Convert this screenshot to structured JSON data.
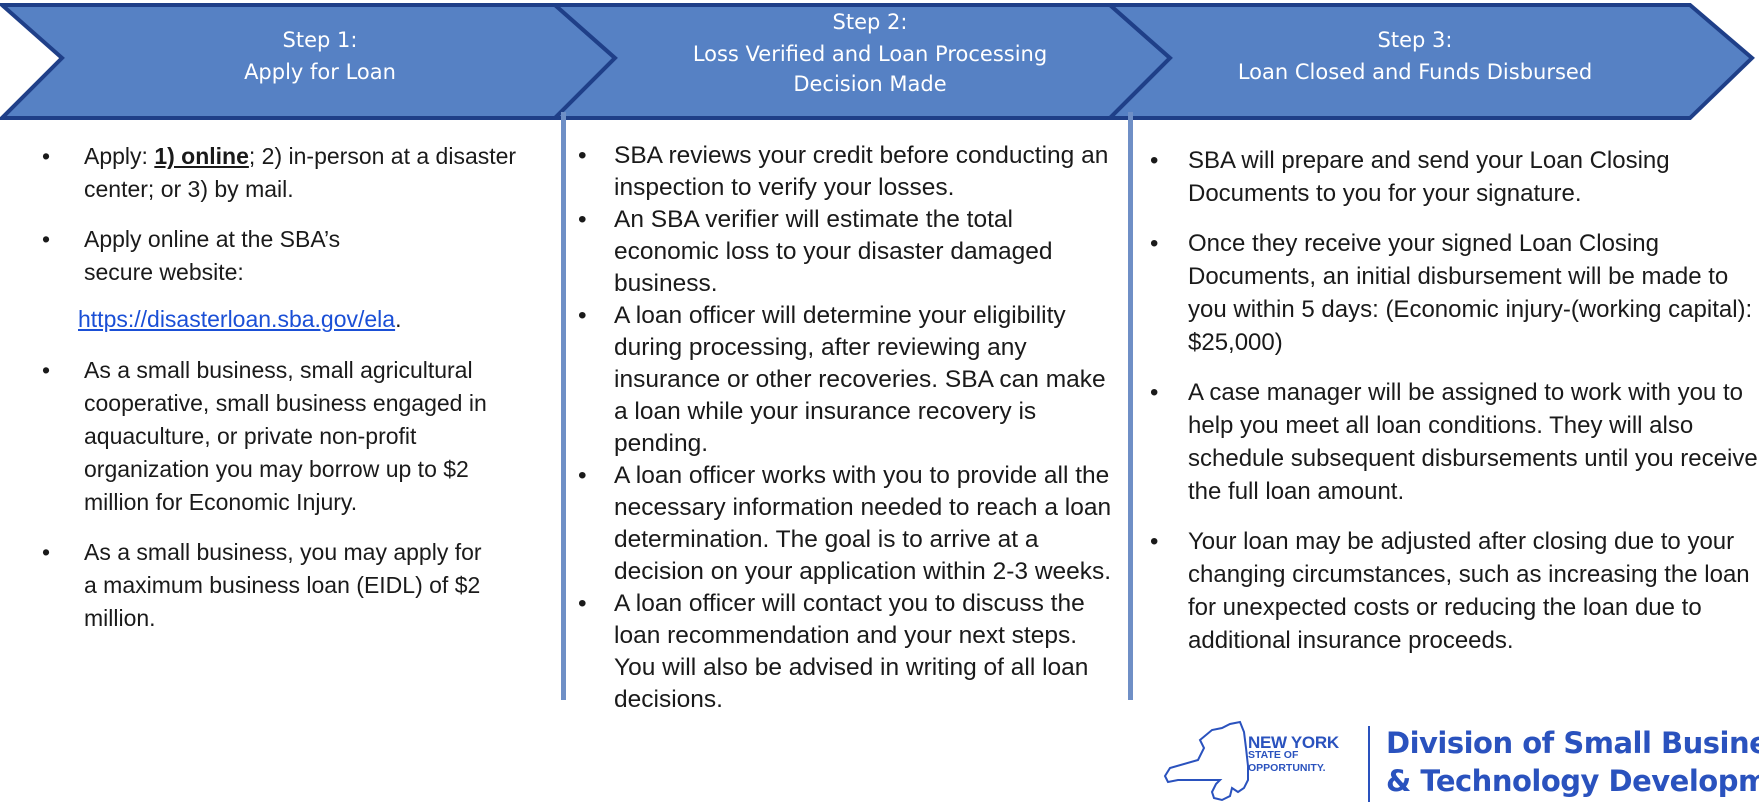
{
  "steps": [
    {
      "line1": "Step 1:",
      "line2": "Apply for Loan",
      "line3": ""
    },
    {
      "line1": "Step 2:",
      "line2": "Loss Verified and Loan Processing",
      "line3": "Decision Made"
    },
    {
      "line1": "Step 3:",
      "line2": "Loan Closed and Funds Disbursed",
      "line3": ""
    }
  ],
  "col1": {
    "b1_pre": "Apply: ",
    "b1_bold": "1) online",
    "b1_post": "; 2) in-person at a disaster center; or 3) by mail.",
    "b2": "Apply online at the SBA’s secure website:",
    "link": "https://disasterloan.sba.gov/ela",
    "link_suffix": ".",
    "b3": "As a small business, small agricultural cooperative, small business engaged in aquaculture, or private non-profit organization you may borrow up to $2 million for Economic Injury.",
    "b4": "As a small business, you may apply for a maximum business loan (EIDL) of $2 million."
  },
  "col2": {
    "items": [
      "SBA reviews your credit before conducting an inspection to verify your losses.",
      "An SBA verifier will estimate the total economic loss to your disaster damaged business.",
      "A loan officer will determine your eligibility during processing, after reviewing any insurance or other recoveries. SBA can make a loan while your insurance recovery is pending.",
      "A loan officer works with you to provide all the necessary information needed to reach a loan determination. The goal is to arrive at a decision on your application within 2-3 weeks.",
      "A loan officer will contact you to discuss the loan recommendation and your next steps. You will also be advised in writing of all loan decisions."
    ]
  },
  "col3": {
    "items": [
      "SBA will prepare and send your Loan Closing Documents to you for your signature.",
      "Once they receive your signed Loan Closing Documents, an initial disbursement will be made to you within 5 days: (Economic injury-(working capital): $25,000)",
      "A case manager will be assigned to work with you to help you meet all loan conditions. They will also schedule subsequent disbursements until you receive the full loan amount.",
      "Your loan may be adjusted after closing due to your changing circumstances, such as increasing the loan for unexpected costs or reducing the loan due to additional insurance proceeds."
    ]
  },
  "logo": {
    "ny_line1": "NEW YORK",
    "ny_line2": "STATE OF",
    "ny_line3": "OPPORTUNITY.",
    "division_line1": "Division of Small Business",
    "division_line2": "& Technology Development"
  },
  "bullet": "•",
  "colors": {
    "chevron_fill": "#5681c4",
    "chevron_stroke": "#1f3f88",
    "divider": "#6f8fc6",
    "link": "#1a4fd6",
    "logo": "#2a52be"
  }
}
